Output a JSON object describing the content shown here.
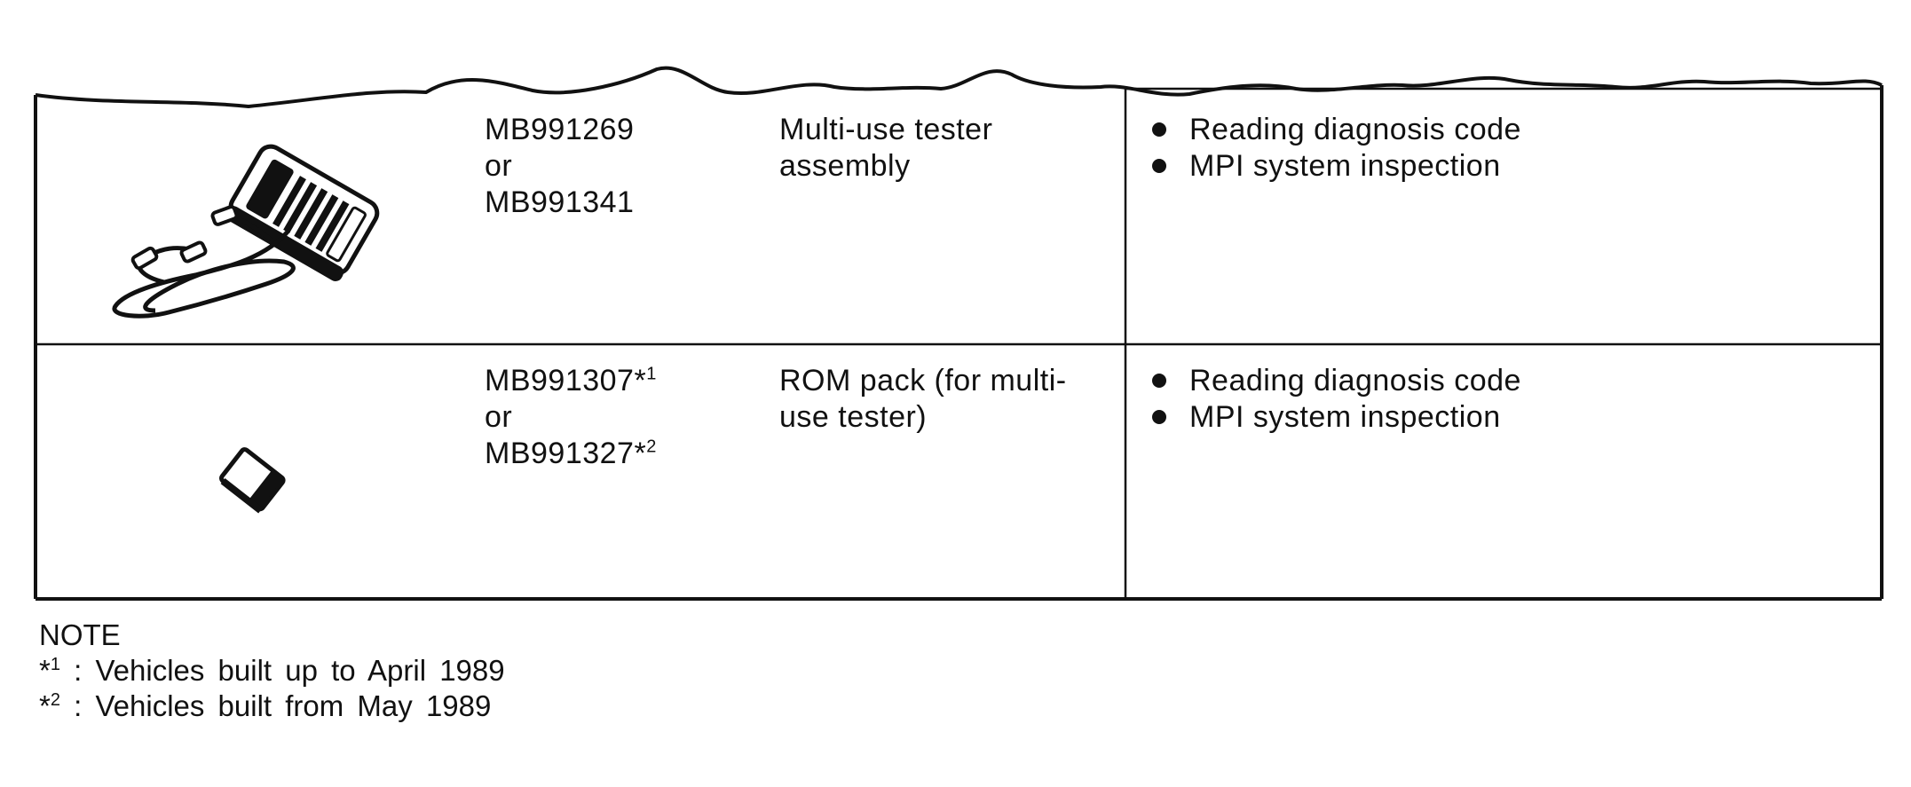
{
  "table": {
    "rows": [
      {
        "tool_icon": "multi-use-tester-illustration",
        "part_numbers": [
          "MB991269",
          "or",
          "MB991341"
        ],
        "part_sup": [
          "",
          "",
          ""
        ],
        "name_lines": [
          "Multi-use tester",
          "assembly"
        ],
        "uses": [
          "Reading diagnosis code",
          "MPI system inspection"
        ]
      },
      {
        "tool_icon": "rom-pack-illustration",
        "part_numbers": [
          "MB991307*",
          "or",
          "MB991327*"
        ],
        "part_sup": [
          "1",
          "",
          "2"
        ],
        "name_lines": [
          "ROM pack (for multi-",
          "use tester)"
        ],
        "uses": [
          "Reading diagnosis code",
          "MPI system inspection"
        ]
      }
    ]
  },
  "note": {
    "title": "NOTE",
    "items": [
      {
        "mark": "*",
        "sup": "1",
        "text": ": Vehicles built up to April 1989"
      },
      {
        "mark": "*",
        "sup": "2",
        "text": ": Vehicles built from May 1989"
      }
    ]
  }
}
